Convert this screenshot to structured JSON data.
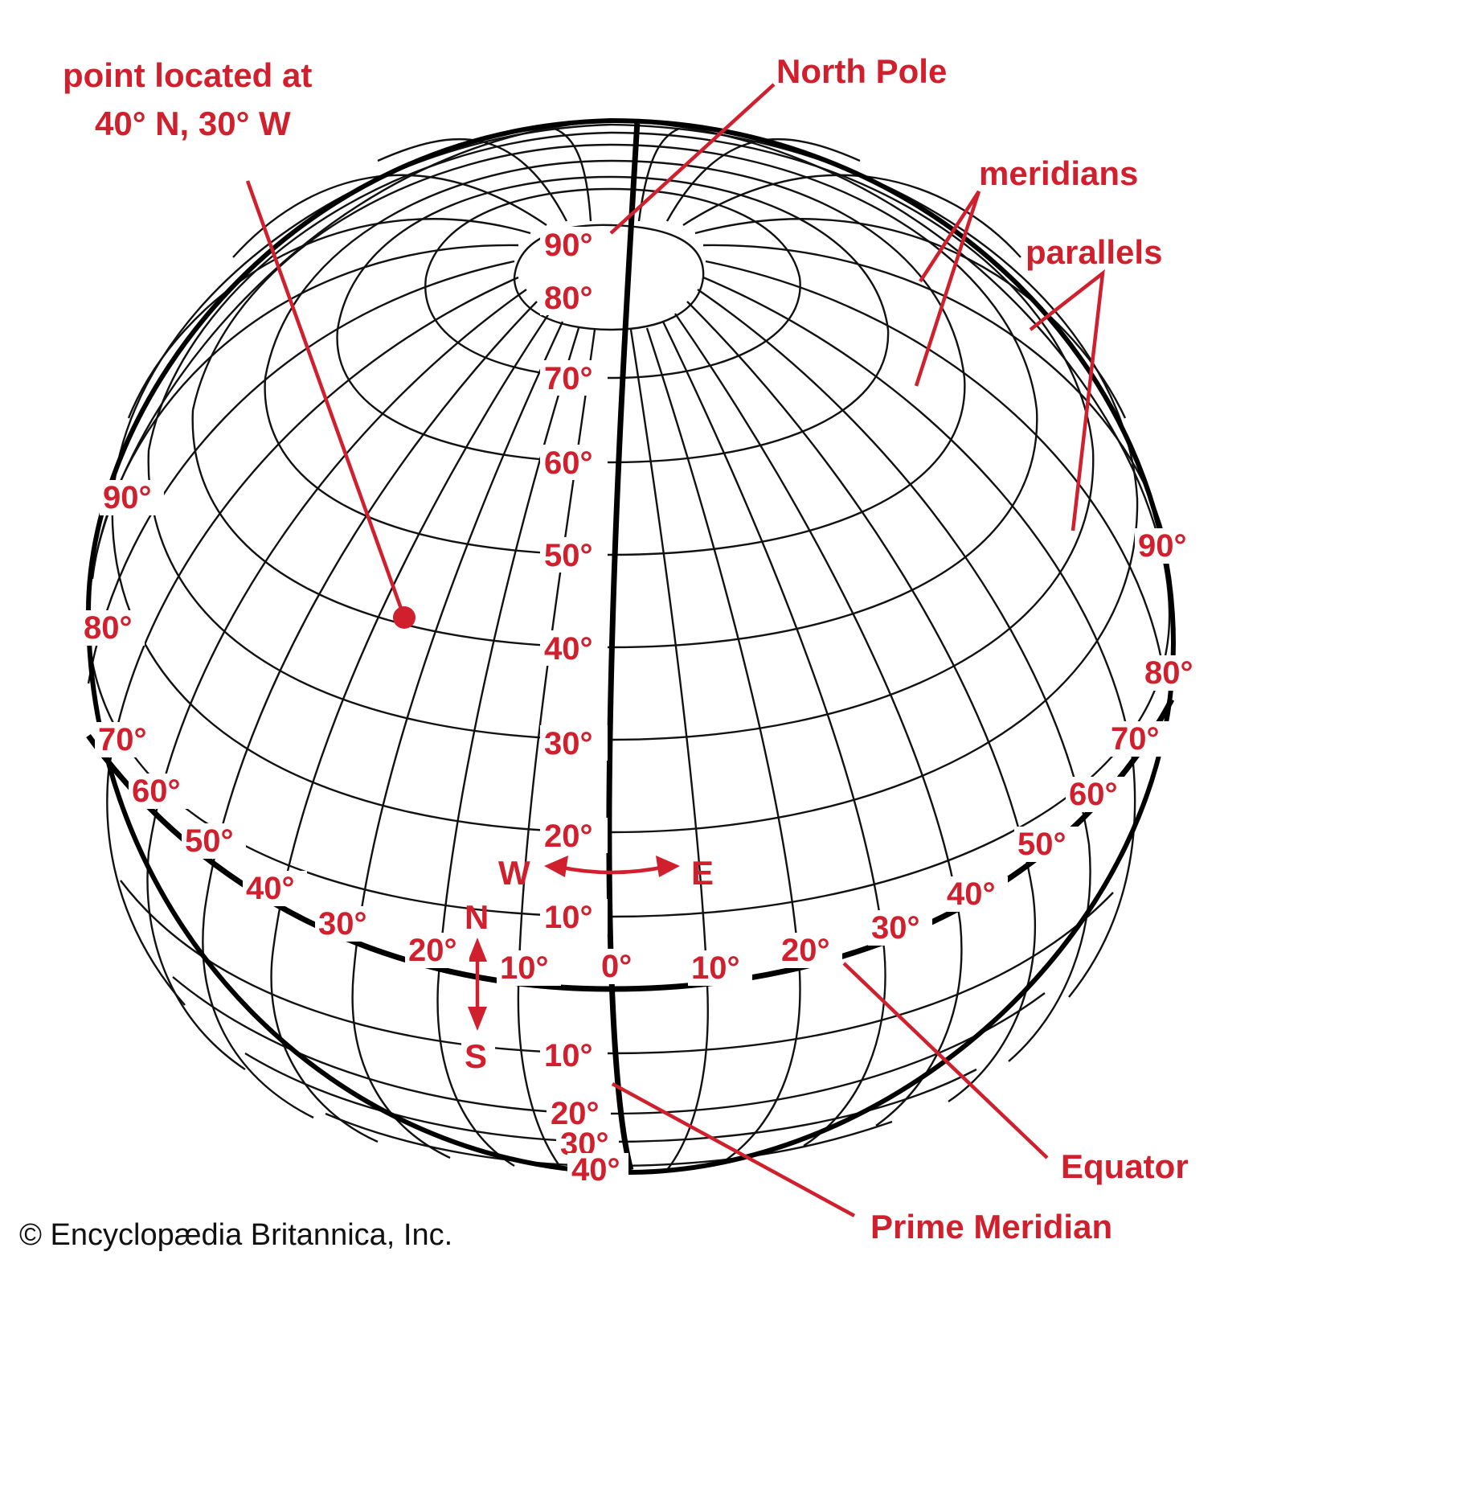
{
  "callouts": {
    "point": [
      "point located at",
      "40° N, 30° W"
    ],
    "north_pole": "North Pole",
    "meridians": "meridians",
    "parallels": "parallels",
    "equator": "Equator",
    "prime_meridian": "Prime Meridian"
  },
  "latitude_labels": [
    "90°",
    "80°",
    "70°",
    "60°",
    "50°",
    "40°",
    "30°",
    "20°",
    "10°",
    "10°",
    "20°",
    "30°",
    "40°"
  ],
  "left_limb_labels": [
    "90°",
    "80°",
    "70°",
    "60°"
  ],
  "equator_west_labels": [
    "50°",
    "40°",
    "30°",
    "20°",
    "10°"
  ],
  "equator_center_label": "0°",
  "equator_east_labels": [
    "10°",
    "20°",
    "30°",
    "40°",
    "50°",
    "60°",
    "70°",
    "80°",
    "90°"
  ],
  "directions": {
    "west": "W",
    "east": "E",
    "north": "N",
    "south": "S"
  },
  "credit": "© Encyclopædia Britannica, Inc.",
  "colors": {
    "accent": "#d0202e",
    "lines": "#000000"
  }
}
